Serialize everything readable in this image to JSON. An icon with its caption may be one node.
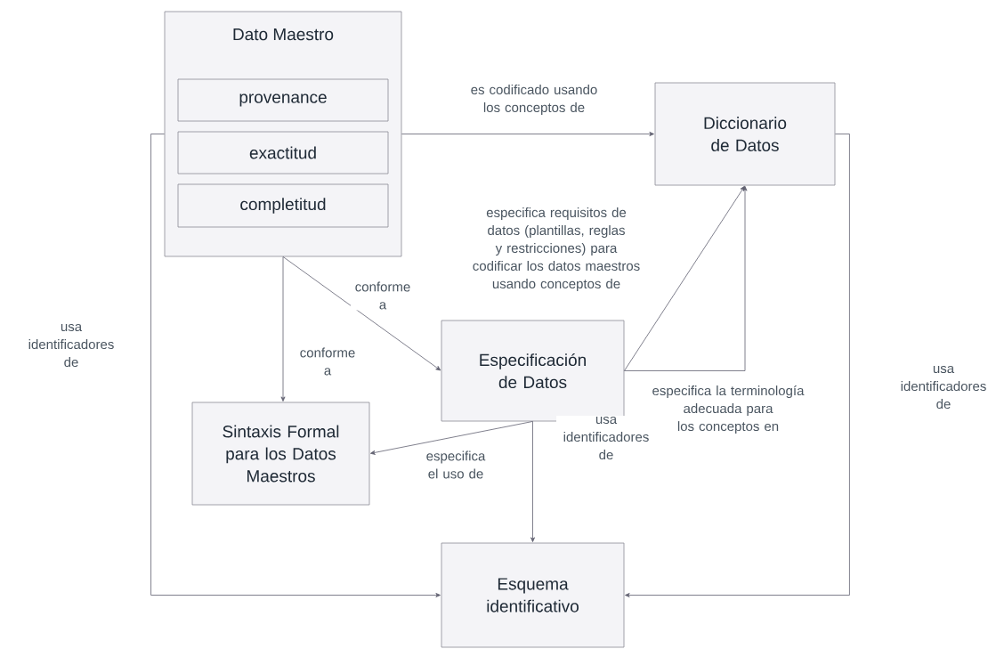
{
  "diagram": {
    "nodes": [
      {
        "text": [
          "Dato Maestro"
        ]
      },
      {
        "text": [
          "provenance"
        ],
        "in": 0
      },
      {
        "text": [
          "exactitud"
        ],
        "in": 0
      },
      {
        "text": [
          "completitud"
        ],
        "in": 0
      },
      {
        "text": [
          "Diccionario de Datos"
        ]
      },
      {
        "text": [
          "Especificación de Datos"
        ]
      },
      {
        "text": [
          "Sintaxis Formal para los Datos Maestros"
        ]
      },
      {
        "text": [
          "Esquema identificativo"
        ]
      }
    ],
    "edges": [
      {
        "from": 0,
        "to": 4,
        "arrow": "to",
        "label": "es codificado usando los conceptos de"
      },
      {
        "from": 0,
        "to": 6,
        "arrow": "to",
        "label": "conforme a"
      },
      {
        "from": 0,
        "to": 5,
        "arrow": "to",
        "label": "conforme a"
      },
      {
        "from": 5,
        "to": 4,
        "arrow": "to",
        "label": "especifica requisitos de datos (plantillas, reglas y restricciones) para codificar los datos maestros usando conceptos de"
      },
      {
        "from": 5,
        "to": 4,
        "arrow": "to",
        "label": "especifica la terminología adecuada para los conceptos en"
      },
      {
        "from": 5,
        "to": 6,
        "arrow": "to",
        "label": "especifica el uso de"
      },
      {
        "from": 5,
        "to": 7,
        "arrow": "to",
        "label": "usa identificadores de"
      },
      {
        "from": 0,
        "to": 7,
        "arrow": "to",
        "label": "usa identificadores de"
      },
      {
        "from": 4,
        "to": 7,
        "arrow": "to",
        "label": "usa identificadores de"
      }
    ]
  }
}
